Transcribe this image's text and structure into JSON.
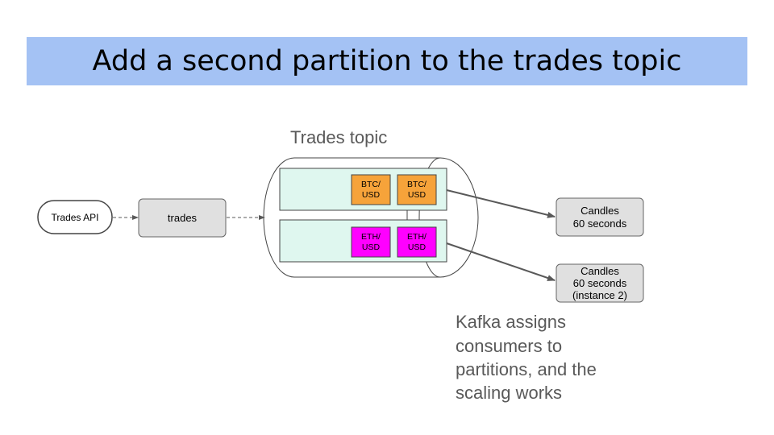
{
  "slide": {
    "title": "Add a second partition to the trades topic"
  },
  "diagram": {
    "source": "Trades API",
    "producer": "trades",
    "topic_label": "Trades topic",
    "partitions": [
      {
        "messages": [
          [
            "BTC/",
            "USD"
          ],
          [
            "BTC/",
            "USD"
          ]
        ],
        "color": "#f6a33a"
      },
      {
        "messages": [
          [
            "ETH/",
            "USD"
          ],
          [
            "ETH/",
            "USD"
          ]
        ],
        "color": "#ff00ff"
      }
    ],
    "consumers": [
      {
        "lines": [
          "Candles",
          "60 seconds"
        ]
      },
      {
        "lines": [
          "Candles",
          "60 seconds",
          "(instance 2)"
        ]
      }
    ],
    "note_lines": [
      "Kafka assigns",
      "consumers to",
      "partitions, and the",
      "scaling works"
    ]
  },
  "colors": {
    "title_bar": "#a4c2f4",
    "partition_fill": "#dff7ef",
    "node_fill": "#e0e0e0"
  }
}
